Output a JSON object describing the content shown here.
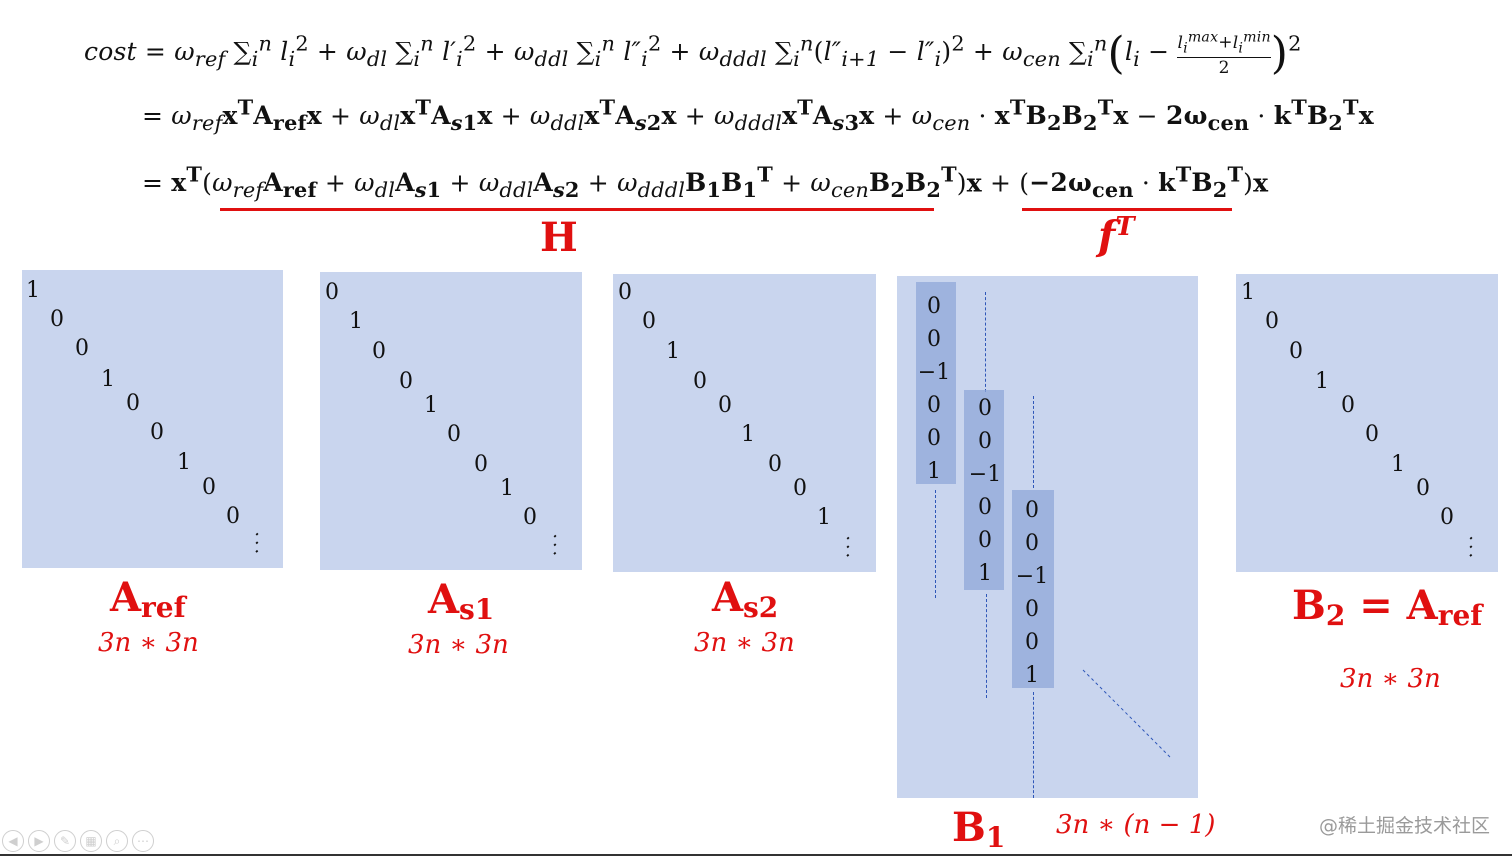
{
  "equations": {
    "line1": "cost = ω_ref Σ_i^n l_i^2 + ω_dl Σ_i^n l_i'^2 + ω_ddl Σ_i^n l_i''^2 + ω_dddl Σ_i^n (l''_{i+1} − l''_i)^2 + ω_cen Σ_i^n (l_i − (l_i^max + l_i^min)/2)^2",
    "line2": "= ω_ref xᵀA_ref x + ω_dl xᵀA_s1 x + ω_ddl xᵀA_s2 x + ω_dddl xᵀA_s3 x + ω_cen · xᵀB₂B₂ᵀx − 2ω_cen · kᵀB₂ᵀx",
    "line3": "= xᵀ(ω_ref A_ref + ω_dl A_s1 + ω_ddl A_s2 + ω_dddl B₁B₁ᵀ + ω_cen B₂B₂ᵀ)x + (−2ω_cen · kᵀB₂ᵀ)x"
  },
  "labels": {
    "H": "H",
    "fT": "f",
    "fT_sup": "T"
  },
  "matrices": [
    {
      "name": "A",
      "sub": "ref",
      "dim": "3n ∗ 3n",
      "diag": [
        "1",
        "0",
        "0",
        "1",
        "0",
        "0",
        "1",
        "0",
        "0"
      ]
    },
    {
      "name": "A",
      "sub": "s1",
      "dim": "3n ∗ 3n",
      "diag": [
        "0",
        "1",
        "0",
        "0",
        "1",
        "0",
        "0",
        "1",
        "0"
      ]
    },
    {
      "name": "A",
      "sub": "s2",
      "dim": "3n ∗ 3n",
      "diag": [
        "0",
        "0",
        "1",
        "0",
        "0",
        "1",
        "0",
        "0",
        "1"
      ]
    },
    {
      "name": "B",
      "sub": "1",
      "dim": "3n ∗ (n − 1)",
      "column": [
        "0",
        "0",
        "−1",
        "0",
        "0",
        "1"
      ]
    },
    {
      "name": "B",
      "sub": "2",
      "eq": "= A",
      "eq_sub": "ref",
      "dim": "3n ∗ 3n",
      "diag": [
        "1",
        "0",
        "0",
        "1",
        "0",
        "0",
        "1",
        "0",
        "0"
      ]
    }
  ],
  "dots": "⋱",
  "watermark": "@稀土掘金技术社区",
  "colors": {
    "accent_red": "#e01010",
    "matrix_bg": "#c9d5ee",
    "column_bg": "#8fa7d8"
  }
}
